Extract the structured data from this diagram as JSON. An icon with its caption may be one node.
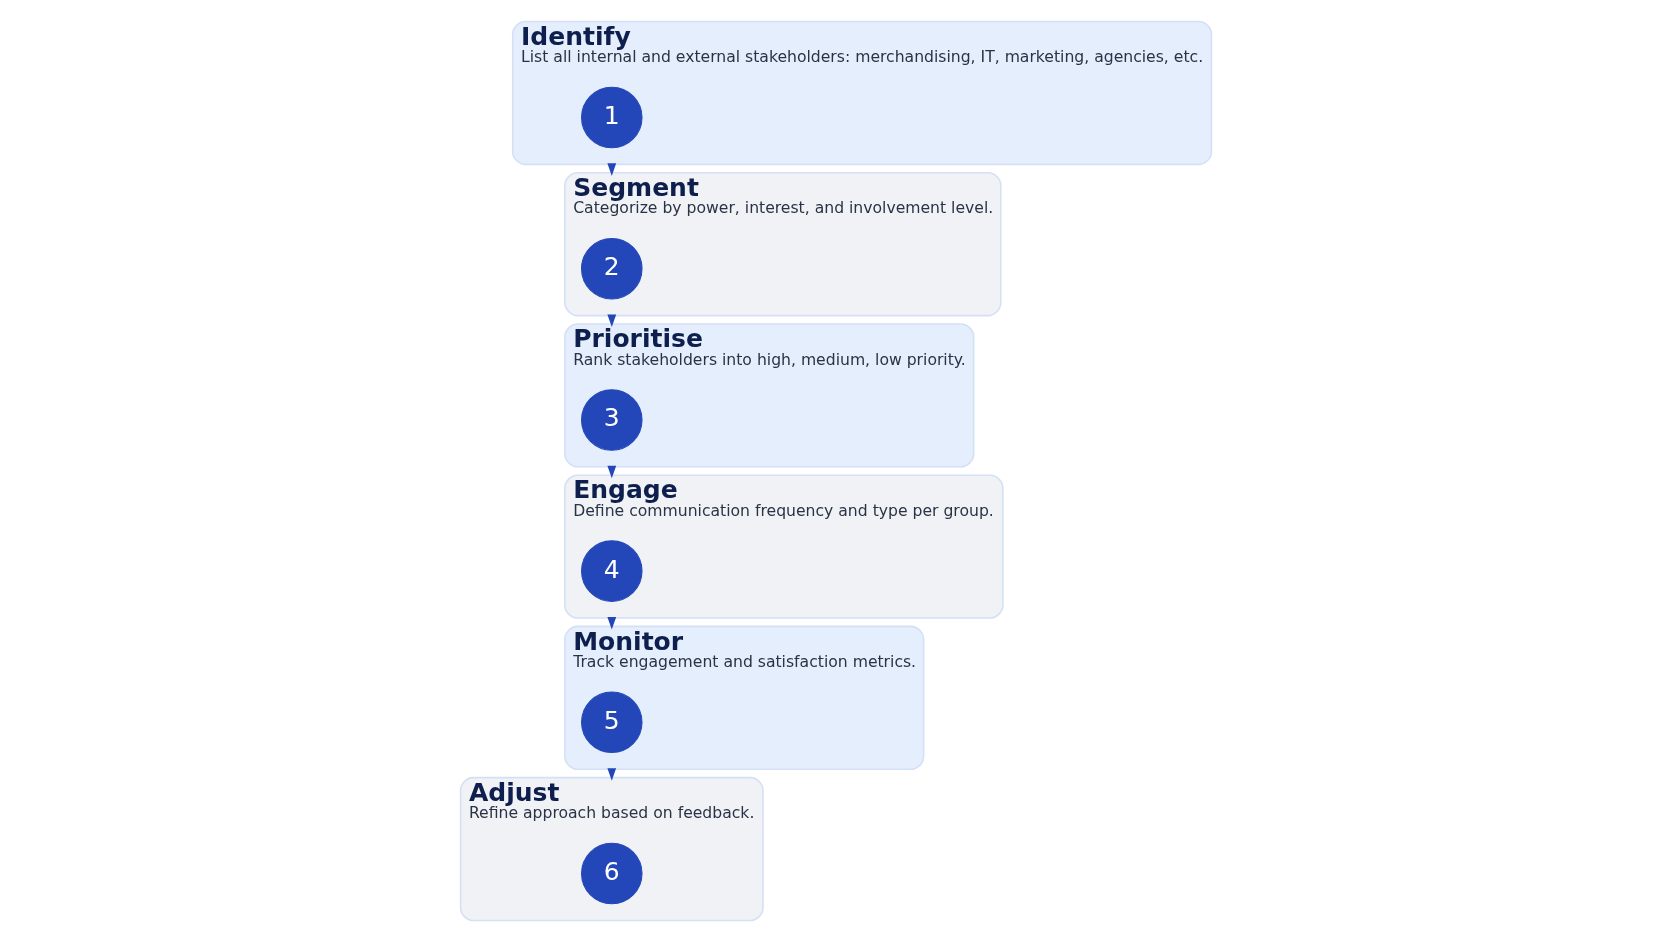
{
  "diagram": {
    "nodes": [
      {
        "text": [
          "Identify",
          "List all internal and external stakeholders: merchandising, IT, marketing, agencies, etc."
        ]
      },
      {
        "text": [
          "1"
        ],
        "in": 0
      },
      {
        "text": [
          "Segment",
          "Categorize by power, interest, and involvement level."
        ]
      },
      {
        "text": [
          "2"
        ],
        "in": 2
      },
      {
        "text": [
          "Prioritise",
          "Rank stakeholders into high, medium, low priority."
        ]
      },
      {
        "text": [
          "3"
        ],
        "in": 4
      },
      {
        "text": [
          "Engage",
          "Define communication frequency and type per group."
        ]
      },
      {
        "text": [
          "4"
        ],
        "in": 6
      },
      {
        "text": [
          "Monitor",
          "Track engagement and satisfaction metrics."
        ]
      },
      {
        "text": [
          "5"
        ],
        "in": 8
      },
      {
        "text": [
          "Adjust",
          "Refine approach based on feedback."
        ]
      },
      {
        "text": [
          "6"
        ],
        "in": 10
      }
    ],
    "edges": [
      {
        "from": 0,
        "to": 2,
        "arrow": "to"
      },
      {
        "from": 2,
        "to": 4,
        "arrow": "to"
      },
      {
        "from": 4,
        "to": 6,
        "arrow": "to"
      },
      {
        "from": 6,
        "to": 8,
        "arrow": "to"
      },
      {
        "from": 8,
        "to": 10,
        "arrow": "to"
      }
    ]
  }
}
